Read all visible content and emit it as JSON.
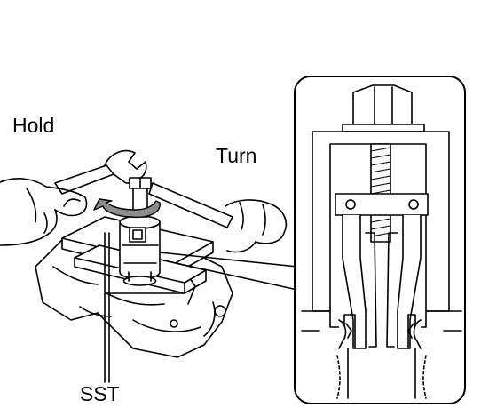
{
  "labels": {
    "hold": "Hold",
    "turn": "Turn",
    "sst": "SST"
  },
  "colors": {
    "ink": "#000000",
    "paper": "#ffffff",
    "arrow_gray": "#8c8c8c"
  }
}
